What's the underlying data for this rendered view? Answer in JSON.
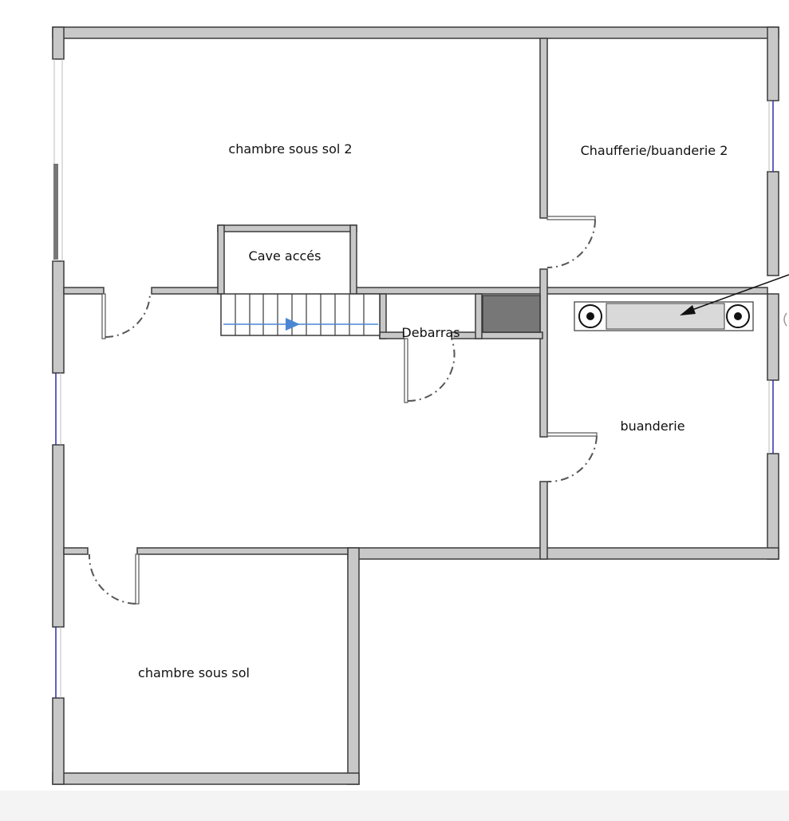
{
  "rooms": {
    "chambre_sous_sol_2": "chambre sous sol 2",
    "chaufferie_buanderie_2": "Chaufferie/buanderie 2",
    "cave_acces": "Cave accés",
    "debarras": "Debarras",
    "buanderie": "buanderie",
    "chambre_sous_sol": "chambre sous sol"
  },
  "colors": {
    "wall_fill": "#c8c8c8",
    "wall_stroke": "#3a3a3a",
    "window": "#2f2fa8",
    "stair_arrow": "#4a86d4",
    "duct": "#d9d9d9",
    "dark_block": "#777777",
    "door": "#555555"
  }
}
